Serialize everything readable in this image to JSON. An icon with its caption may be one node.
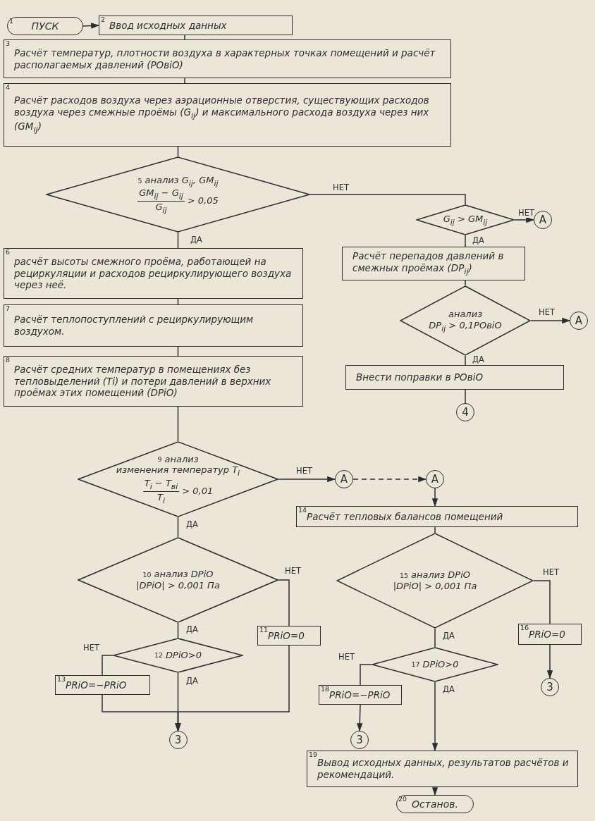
{
  "diagram": {
    "nodes": [
      {
        "text": [
          "1",
          "ПУСК"
        ]
      },
      {
        "text": [
          "2",
          "Ввод исходных данных"
        ]
      },
      {
        "text": [
          "3",
          "Расчёт температур, плотности воздуха в характерных точках помещений и расчёт располагаемых давлений (POвiO)"
        ]
      },
      {
        "text": [
          "4",
          "Расчёт расходов воздуха через аэрационные отверстия, существующих расходов воздуха через смежные проёмы (G$_{ij}$) и максимального расхода воздуха через них (GM$_{ij}$)"
        ]
      },
      {
        "text": [
          "5",
          "анализ G$_{ij}$, GM$_{ij}$",
          "GM$_{ij}$ − G$_{ij}$",
          "G$_{ij}$",
          "> 0,05"
        ]
      },
      {
        "text": [
          "G$_{ij}$ > GM$_{ij}$"
        ]
      },
      {
        "text": [
          "A"
        ]
      },
      {
        "text": [
          "6",
          "расчёт высоты смежного проёма, работающей на рециркуляции и расходов рециркулирующего воздуха через неё."
        ]
      },
      {
        "text": [
          "Расчёт перепадов давлений в смежных проёмах (DP$_{ij}$)"
        ]
      },
      {
        "text": [
          "7",
          "Расчёт теплопоступлений с рециркулирующим воздухом."
        ]
      },
      {
        "text": [
          "анализ",
          "DP$_{ij}$ > 0,1POвiO"
        ]
      },
      {
        "text": [
          "A"
        ]
      },
      {
        "text": [
          "8",
          "Расчёт средних температур в помещениях без тепловыделений (Ti) и потери давлений в верхних проёмах этих помещений (DPiO)"
        ]
      },
      {
        "text": [
          "Внести поправки в POвiO"
        ]
      },
      {
        "text": [
          "4"
        ]
      },
      {
        "text": [
          "9",
          "анализ",
          "изменения температур T$_{i}$",
          "T$_{i}$ − T$_{вi}$",
          "T$_{i}$",
          "> 0,01"
        ]
      },
      {
        "text": [
          "A"
        ]
      },
      {
        "text": [
          "A"
        ]
      },
      {
        "text": [
          "14",
          "Расчёт тепловых балансов помещений"
        ]
      },
      {
        "text": [
          "10",
          "анализ DPiO",
          "|DPiO| > 0,001 Па"
        ]
      },
      {
        "text": [
          "11",
          "PRiO=0"
        ]
      },
      {
        "text": [
          "12",
          "DPiO>0"
        ]
      },
      {
        "text": [
          "13",
          "PRiO=−PRiO"
        ]
      },
      {
        "text": [
          "3"
        ]
      },
      {
        "text": [
          "15",
          "анализ DPiO",
          "|DPiO| > 0,001 Па"
        ]
      },
      {
        "text": [
          "16",
          "PRiO=0"
        ]
      },
      {
        "text": [
          "3"
        ]
      },
      {
        "text": [
          "17",
          "DPiO>0"
        ]
      },
      {
        "text": [
          "18",
          "PRiO=−PRiO"
        ]
      },
      {
        "text": [
          "3"
        ]
      },
      {
        "text": [
          "19",
          "Вывод исходных данных, результатов расчётов и рекомендаций."
        ]
      },
      {
        "text": [
          "20",
          "Останов."
        ]
      }
    ],
    "edges": [
      {
        "from": 0,
        "to": 1,
        "arrow": "to"
      },
      {
        "from": 1,
        "to": 2,
        "arrow": "none"
      },
      {
        "from": 2,
        "to": 3,
        "arrow": "none"
      },
      {
        "from": 3,
        "to": 4,
        "arrow": "none"
      },
      {
        "from": 4,
        "to": 5,
        "arrow": "none",
        "label": "НЕТ"
      },
      {
        "from": 5,
        "to": 6,
        "arrow": "to",
        "label": "НЕТ"
      },
      {
        "from": 4,
        "to": 7,
        "arrow": "none",
        "label": "ДА"
      },
      {
        "from": 5,
        "to": 8,
        "arrow": "none",
        "label": "ДА"
      },
      {
        "from": 7,
        "to": 9,
        "arrow": "none"
      },
      {
        "from": 8,
        "to": 10,
        "arrow": "none"
      },
      {
        "from": 10,
        "to": 11,
        "arrow": "to",
        "label": "НЕТ"
      },
      {
        "from": 10,
        "to": 13,
        "arrow": "none",
        "label": "ДА"
      },
      {
        "from": 13,
        "to": 14,
        "arrow": "none"
      },
      {
        "from": 9,
        "to": 12,
        "arrow": "none"
      },
      {
        "from": 12,
        "to": 15,
        "arrow": "none"
      },
      {
        "from": 15,
        "to": 16,
        "arrow": "to",
        "label": "НЕТ"
      },
      {
        "from": 16,
        "to": 17,
        "arrow": "to",
        "style": "dashed"
      },
      {
        "from": 17,
        "to": 18,
        "arrow": "to"
      },
      {
        "from": 18,
        "to": 24,
        "arrow": "none"
      },
      {
        "from": 15,
        "to": 19,
        "arrow": "none",
        "label": "ДА"
      },
      {
        "from": 19,
        "to": 20,
        "arrow": "none",
        "label": "НЕТ"
      },
      {
        "from": 19,
        "to": 21,
        "arrow": "none",
        "label": "ДА"
      },
      {
        "from": 21,
        "to": 22,
        "arrow": "none",
        "label": "НЕТ"
      },
      {
        "from": 21,
        "to": 23,
        "arrow": "to",
        "label": "ДА"
      },
      {
        "from": 22,
        "to": 23,
        "arrow": "to"
      },
      {
        "from": 20,
        "to": 23,
        "arrow": "to"
      },
      {
        "from": 24,
        "to": 25,
        "arrow": "none",
        "label": "НЕТ"
      },
      {
        "from": 25,
        "to": 26,
        "arrow": "to"
      },
      {
        "from": 24,
        "to": 27,
        "arrow": "none",
        "label": "ДА"
      },
      {
        "from": 27,
        "to": 28,
        "arrow": "none",
        "label": "НЕТ"
      },
      {
        "from": 28,
        "to": 29,
        "arrow": "to"
      },
      {
        "from": 27,
        "to": 30,
        "arrow": "to",
        "label": "ДА"
      },
      {
        "from": 30,
        "to": 31,
        "arrow": "to"
      }
    ]
  }
}
